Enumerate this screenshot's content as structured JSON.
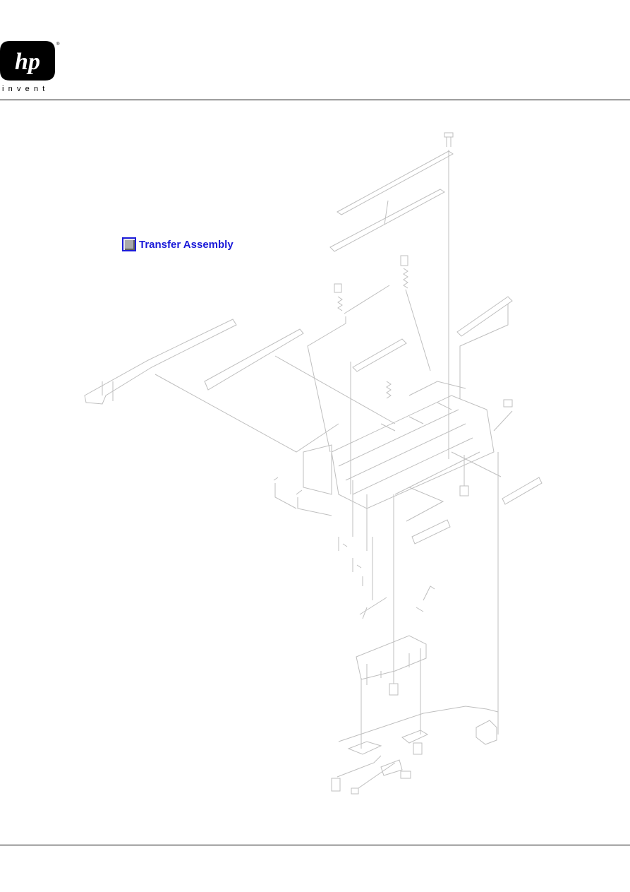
{
  "header": {
    "logo_text": "hp",
    "registered_mark": "®",
    "tagline": "invent"
  },
  "diagram": {
    "hotspot_label": "Transfer Assembly"
  },
  "colors": {
    "line": "#bfbfbf",
    "link": "#1a1ad8",
    "link_box": "#a9a9a9"
  }
}
